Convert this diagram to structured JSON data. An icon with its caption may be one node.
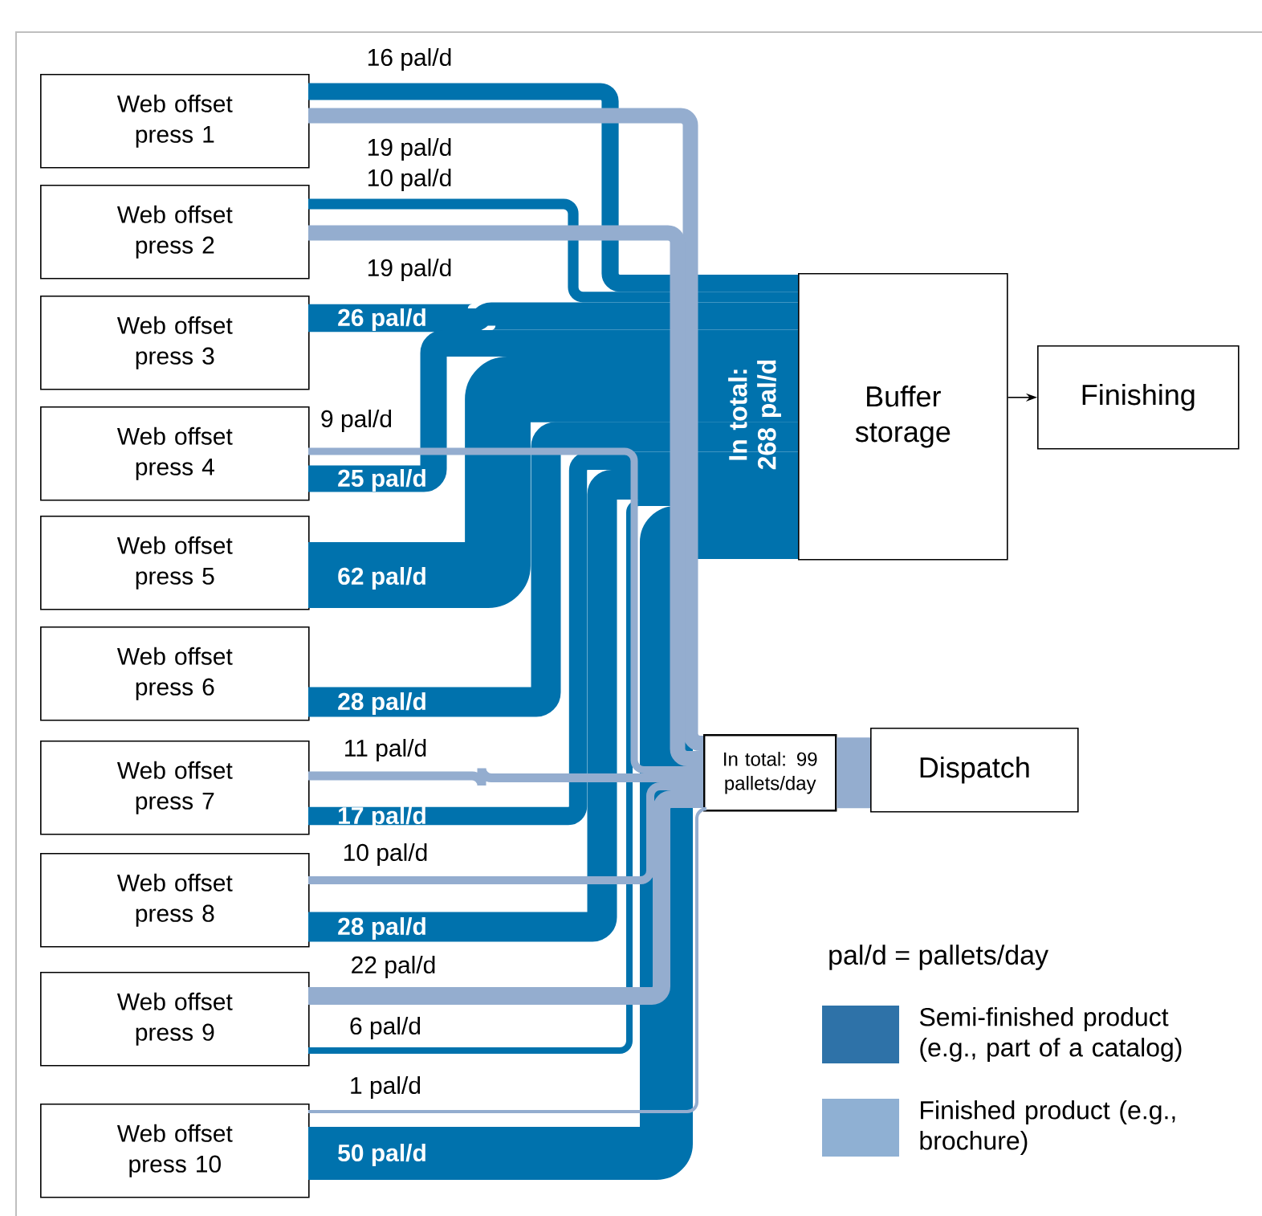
{
  "diagram": {
    "nodes": [
      {
        "text": [
          "Web offset press 1"
        ]
      },
      {
        "text": [
          "Web offset press 2"
        ]
      },
      {
        "text": [
          "Web offset press 3"
        ]
      },
      {
        "text": [
          "Web offset press 4"
        ]
      },
      {
        "text": [
          "Web offset press 5"
        ]
      },
      {
        "text": [
          "Web offset press 6"
        ]
      },
      {
        "text": [
          "Web offset press 7"
        ]
      },
      {
        "text": [
          "Web offset press 8"
        ]
      },
      {
        "text": [
          "Web offset press 9"
        ]
      },
      {
        "text": [
          "Web offset press 10"
        ]
      },
      {
        "text": [
          "Buffer storage"
        ]
      },
      {
        "text": [
          "Finishing"
        ]
      },
      {
        "text": [
          "Dispatch"
        ]
      },
      {
        "text": [
          "In total: 99 pallets/day"
        ]
      }
    ],
    "edges": [
      {
        "from": 0,
        "to": 10,
        "arrow": "none",
        "label": "16 pal/d"
      },
      {
        "from": 0,
        "to": 13,
        "arrow": "none",
        "label": "19 pal/d",
        "color": "#94adcf"
      },
      {
        "from": 1,
        "to": 10,
        "arrow": "none",
        "label": "10 pal/d"
      },
      {
        "from": 1,
        "to": 13,
        "arrow": "none",
        "label": "19 pal/d",
        "color": "#94adcf"
      },
      {
        "from": 2,
        "to": 10,
        "arrow": "none",
        "label": "26 pal/d"
      },
      {
        "from": 3,
        "to": 13,
        "arrow": "none",
        "label": "9 pal/d",
        "color": "#94adcf"
      },
      {
        "from": 3,
        "to": 10,
        "arrow": "none",
        "label": "25 pal/d"
      },
      {
        "from": 4,
        "to": 10,
        "arrow": "none",
        "label": "62 pal/d",
        "style": "thick"
      },
      {
        "from": 5,
        "to": 10,
        "arrow": "none",
        "label": "28 pal/d"
      },
      {
        "from": 6,
        "to": 13,
        "arrow": "none",
        "label": "11 pal/d",
        "color": "#94adcf"
      },
      {
        "from": 6,
        "to": 10,
        "arrow": "none",
        "label": "17 pal/d"
      },
      {
        "from": 7,
        "to": 13,
        "arrow": "none",
        "label": "10 pal/d",
        "color": "#94adcf"
      },
      {
        "from": 7,
        "to": 10,
        "arrow": "none",
        "label": "28 pal/d"
      },
      {
        "from": 8,
        "to": 13,
        "arrow": "none",
        "label": "22 pal/d",
        "color": "#94adcf"
      },
      {
        "from": 8,
        "to": 10,
        "arrow": "none",
        "label": "6 pal/d"
      },
      {
        "from": 9,
        "to": 13,
        "arrow": "none",
        "label": "1 pal/d",
        "color": "#94adcf"
      },
      {
        "from": 9,
        "to": 10,
        "arrow": "none",
        "label": "50 pal/d",
        "style": "thick"
      },
      {
        "from": 10,
        "to": 11,
        "arrow": "to",
        "color": "#000000"
      },
      {
        "from": 13,
        "to": 12,
        "arrow": "none",
        "color": "#94adcf",
        "style": "thick"
      }
    ],
    "labels": [
      "In total: 268 pal/d",
      "pal/d = pallets/day"
    ],
    "legend": [
      {
        "text": "Semi-finished product (e.g., part of a catalog)",
        "color": "#2e72a8"
      },
      {
        "text": "Finished product (e.g., brochure)",
        "color": "#8fb0d3"
      }
    ]
  }
}
